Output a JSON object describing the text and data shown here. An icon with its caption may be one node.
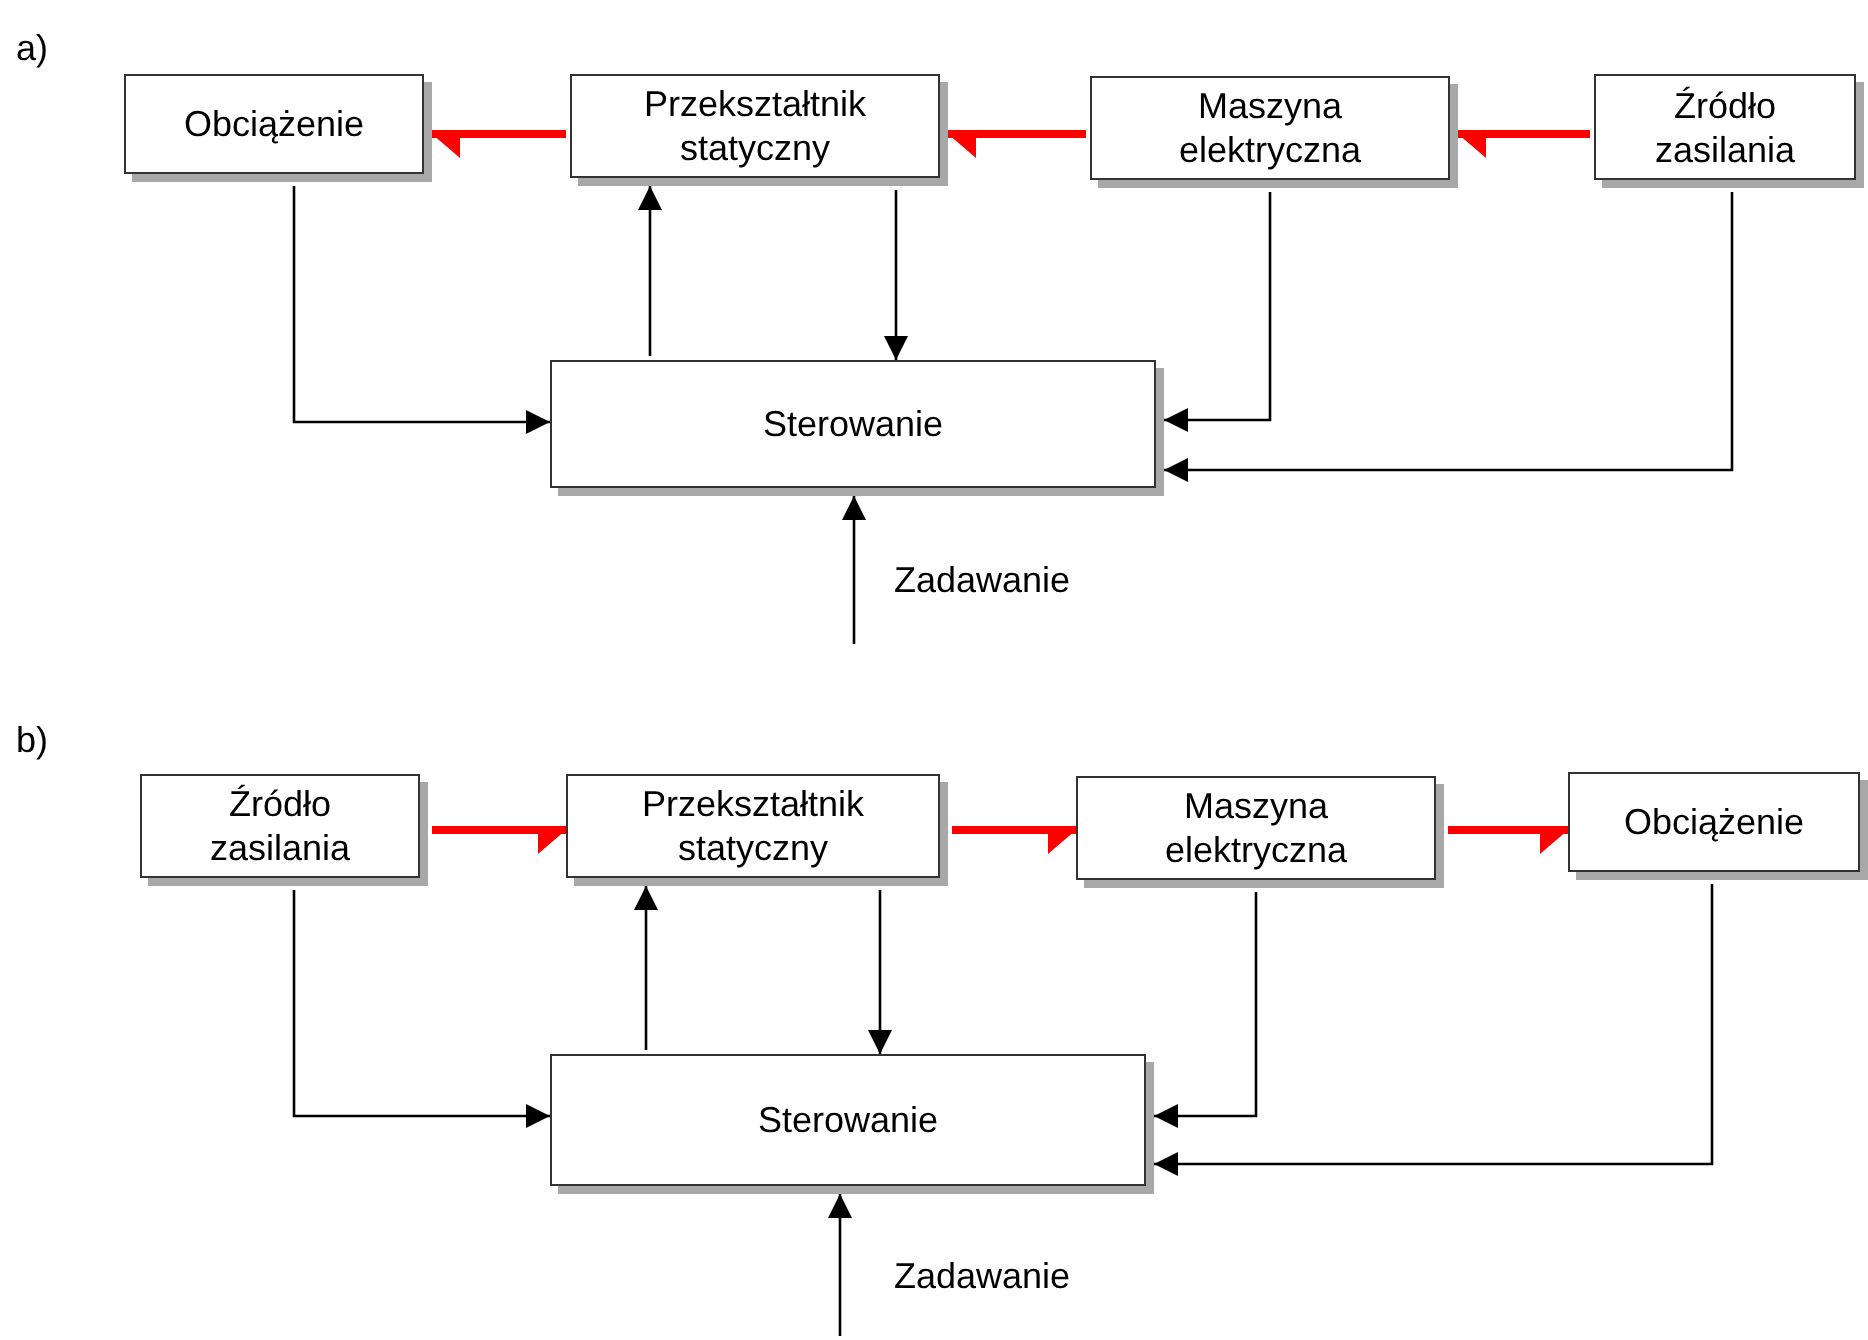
{
  "diagram": {
    "nodes": [
      {
        "text": [
          "Obciążenie"
        ]
      },
      {
        "text": [
          "Przekształtnik statyczny"
        ]
      },
      {
        "text": [
          "Maszyna elektryczna"
        ]
      },
      {
        "text": [
          "Źródło zasilania"
        ]
      },
      {
        "text": [
          "Sterowanie"
        ]
      },
      {
        "text": [
          "Źródło zasilania"
        ]
      },
      {
        "text": [
          "Przekształtnik statyczny"
        ]
      },
      {
        "text": [
          "Maszyna elektryczna"
        ]
      },
      {
        "text": [
          "Obciążenie"
        ]
      },
      {
        "text": [
          "Sterowanie"
        ]
      }
    ],
    "edges": [
      {
        "from": 3,
        "to": 2,
        "arrow": "to",
        "style": "thick",
        "color": "#ff0000"
      },
      {
        "from": 2,
        "to": 1,
        "arrow": "to",
        "style": "thick",
        "color": "#ff0000"
      },
      {
        "from": 1,
        "to": 0,
        "arrow": "to",
        "style": "thick",
        "color": "#ff0000"
      },
      {
        "from": 0,
        "to": 4,
        "arrow": "to"
      },
      {
        "from": 4,
        "to": 1,
        "arrow": "to"
      },
      {
        "from": 1,
        "to": 4,
        "arrow": "to"
      },
      {
        "from": 2,
        "to": 4,
        "arrow": "to"
      },
      {
        "from": 3,
        "to": 4,
        "arrow": "to"
      },
      {
        "from": null,
        "to": 4,
        "arrow": "to",
        "label": "Zadawanie"
      },
      {
        "from": 5,
        "to": 6,
        "arrow": "to",
        "style": "thick",
        "color": "#ff0000"
      },
      {
        "from": 6,
        "to": 7,
        "arrow": "to",
        "style": "thick",
        "color": "#ff0000"
      },
      {
        "from": 7,
        "to": 8,
        "arrow": "to",
        "style": "thick",
        "color": "#ff0000"
      },
      {
        "from": 5,
        "to": 9,
        "arrow": "to"
      },
      {
        "from": 9,
        "to": 6,
        "arrow": "to"
      },
      {
        "from": 6,
        "to": 9,
        "arrow": "to"
      },
      {
        "from": 7,
        "to": 9,
        "arrow": "to"
      },
      {
        "from": 8,
        "to": 9,
        "arrow": "to"
      },
      {
        "from": null,
        "to": 9,
        "arrow": "to",
        "label": "Zadawanie"
      }
    ],
    "labels": [
      "a)",
      "b)"
    ]
  }
}
